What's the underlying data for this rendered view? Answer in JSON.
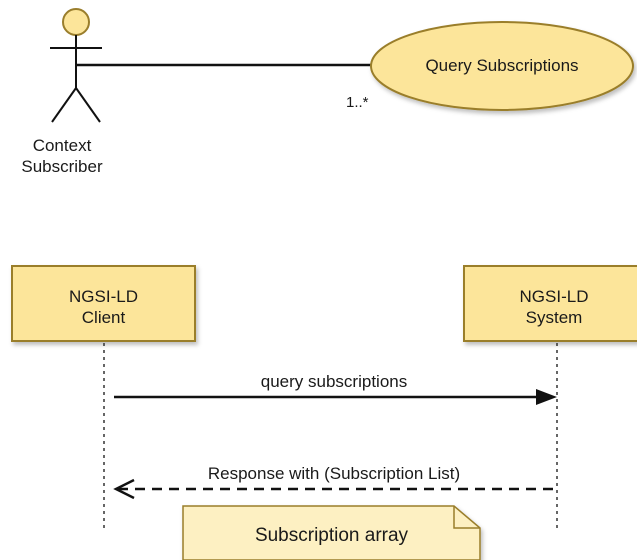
{
  "use_case": {
    "actor_label_line1": "Context",
    "actor_label_line2": "Subscriber",
    "usecase_label": "Query Subscriptions",
    "multiplicity": "1..*"
  },
  "sequence": {
    "client_line1": "NGSI-LD",
    "client_line2": "Client",
    "system_line1": "NGSI-LD",
    "system_line2": "System",
    "request_label": "query subscriptions",
    "response_label": "Response with (Subscription List)",
    "note_label": "Subscription array"
  },
  "colors": {
    "fill": "#fce59a",
    "stroke": "#9a7e2c",
    "line": "#111111"
  }
}
